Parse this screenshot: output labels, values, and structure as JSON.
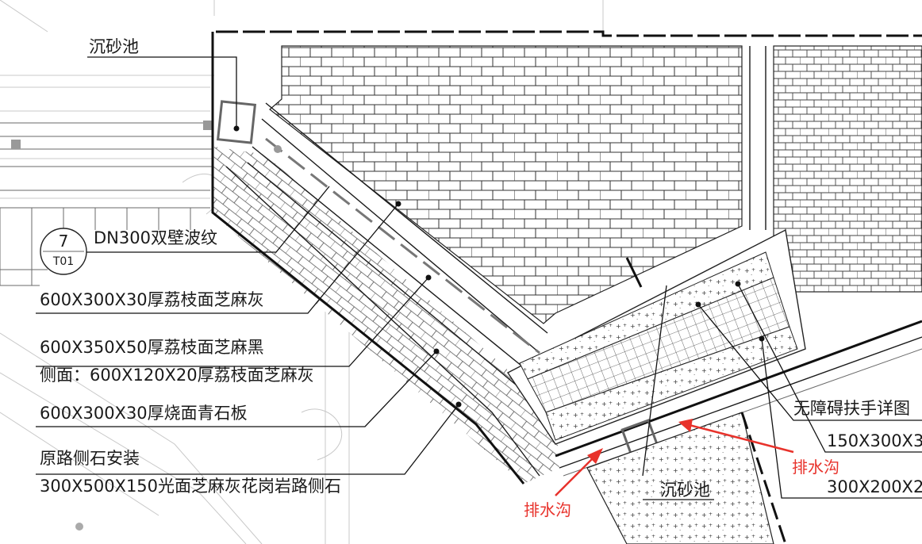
{
  "labels": {
    "sand_trap_top": "沉砂池",
    "dn300": "DN300双壁波纹",
    "detail_num": "7",
    "detail_sheet": "T01",
    "paving_a": "600X300X30厚荔枝面芝麻灰",
    "paving_b": "600X350X50厚荔枝面芝麻黑",
    "paving_b_side": "侧面：600X120X20厚荔枝面芝麻灰",
    "paving_c": "600X300X30厚烧面青石板",
    "curb_reinstall": "原路侧石安装",
    "curb_spec": "300X500X150光面芝麻灰花岗岩路侧石",
    "handrail": "无障碍扶手详图",
    "spec_150": "150X300X3",
    "spec_300": "300X200X2",
    "drain_left": "排水沟",
    "drain_right": "排水沟",
    "sand_trap_bottom": "沉砂池"
  },
  "colors": {
    "line": "#1a1a1a",
    "annotation_red": "#e8322b",
    "faint": "#c8c8c8"
  }
}
